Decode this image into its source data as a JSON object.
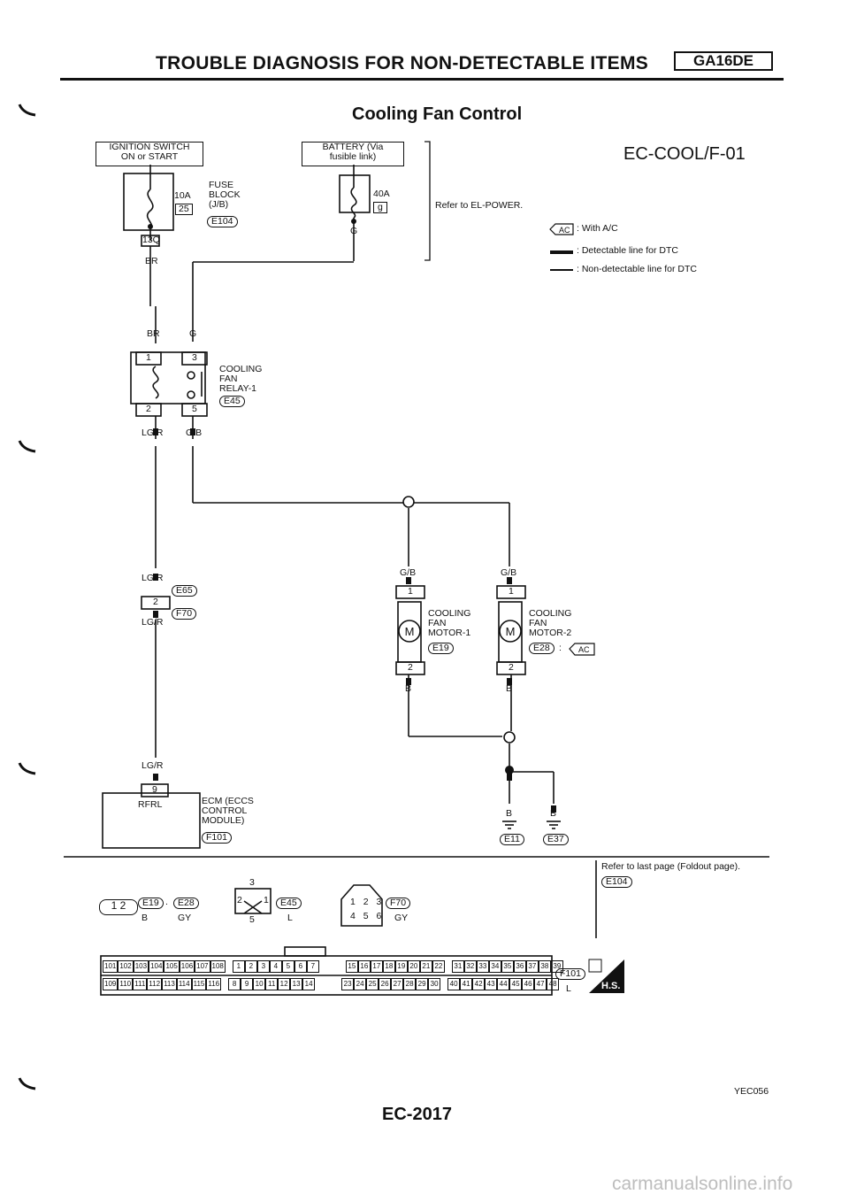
{
  "header": {
    "title": "TROUBLE DIAGNOSIS FOR NON-DETECTABLE ITEMS",
    "engine_badge": "GA16DE"
  },
  "diagram": {
    "subtitle": "Cooling Fan Control",
    "code": "EC-COOL/F-01",
    "ignition_switch": [
      "IGNITION SWITCH",
      "ON or START"
    ],
    "battery": [
      "BATTERY (Via",
      "fusible link)"
    ],
    "refer_power": "Refer to EL-POWER.",
    "fuse_block": {
      "amps": "10A",
      "number": "25",
      "label": [
        "FUSE",
        "BLOCK",
        "(J/B)"
      ],
      "conn": "E104",
      "pin": "13Q"
    },
    "fusible": {
      "amps": "40A",
      "number": "g"
    },
    "legend": [
      {
        "key": "AC",
        "text": ": With A/C"
      },
      {
        "key": "solid",
        "text": ": Detectable line for DTC"
      },
      {
        "key": "thin",
        "text": ": Non-detectable line for DTC"
      }
    ],
    "relay": {
      "label": [
        "COOLING",
        "FAN",
        "RELAY-1"
      ],
      "conn": "E45",
      "pins": [
        "1",
        "3",
        "2",
        "5"
      ]
    },
    "motor1": {
      "label": [
        "COOLING",
        "FAN",
        "MOTOR-1"
      ],
      "conn": "E19",
      "pins": [
        "1",
        "2"
      ]
    },
    "motor2": {
      "label": [
        "COOLING",
        "FAN",
        "MOTOR-2"
      ],
      "conn": "E28",
      "ac": "AC",
      "pins": [
        "1",
        "2"
      ]
    },
    "ecm": {
      "terminal": "RFRL",
      "pin": "9",
      "label": [
        "ECM (ECCS",
        "CONTROL",
        "MODULE)"
      ],
      "conn": "F101"
    },
    "inline": {
      "pin": "2",
      "conn_top": "E65",
      "conn_bot": "F70"
    },
    "wires": {
      "br": "BR",
      "g": "G",
      "lgr": "LG/R",
      "gb": "G/B",
      "b": "B"
    },
    "grounds": [
      "E11",
      "E37"
    ],
    "refer_last": "Refer to last page (Foldout page).",
    "refer_last_conn": "E104"
  },
  "connectors": {
    "c1": {
      "pins": [
        "1",
        "2"
      ],
      "conns": [
        "E19",
        ".",
        "E28"
      ],
      "colors": [
        "B",
        "GY"
      ]
    },
    "c2": {
      "pins": [
        "3",
        "2",
        "1",
        "5"
      ],
      "conn": "E45",
      "color": "L"
    },
    "c3": {
      "pins": [
        "1",
        "2",
        "3",
        "4",
        "5",
        "6"
      ],
      "conn": "F70",
      "color": "GY"
    },
    "ecm_top_a": [
      "101",
      "102",
      "103",
      "104",
      "105",
      "106",
      "107",
      "108"
    ],
    "ecm_bot_a": [
      "109",
      "110",
      "111",
      "112",
      "113",
      "114",
      "115",
      "116"
    ],
    "ecm_top_b": [
      "1",
      "2",
      "3",
      "4",
      "5",
      "6",
      "7"
    ],
    "ecm_bot_b": [
      "8",
      "9",
      "10",
      "11",
      "12",
      "13",
      "14"
    ],
    "ecm_top_c": [
      "15",
      "16",
      "17",
      "18",
      "19",
      "20",
      "21",
      "22"
    ],
    "ecm_bot_c": [
      "23",
      "24",
      "25",
      "26",
      "27",
      "28",
      "29",
      "30"
    ],
    "ecm_top_d": [
      "31",
      "32",
      "33",
      "34",
      "35",
      "36",
      "37",
      "38",
      "39"
    ],
    "ecm_bot_d": [
      "40",
      "41",
      "42",
      "43",
      "44",
      "45",
      "46",
      "47",
      "48"
    ],
    "ecm_conn": "F101",
    "ecm_color": "L",
    "hs": "H.S."
  },
  "page_id": "YEC056",
  "page_number": "EC-2017",
  "watermark": "carmanualsonline.info"
}
